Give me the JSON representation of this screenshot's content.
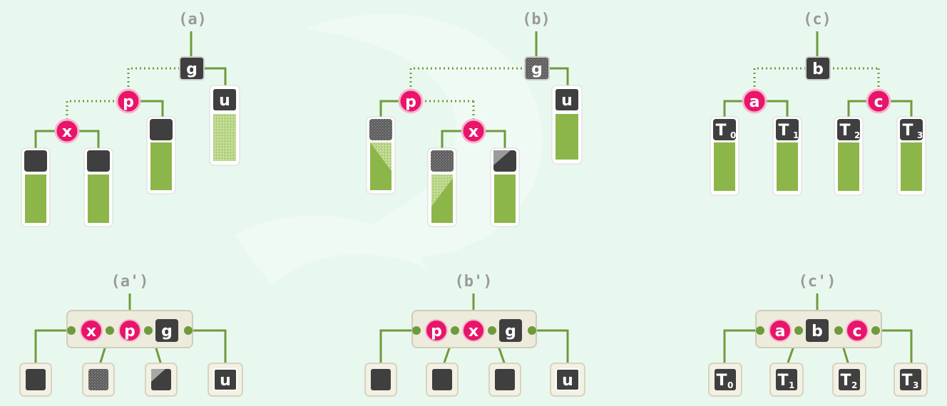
{
  "colors": {
    "background": "#e9f8ef",
    "edge": "#6f9a3c",
    "black_node": "#3f3f3f",
    "red_node": "#e8156a",
    "subtree_fill": "#8cb64a",
    "supernode_fill": "#ecebdc"
  },
  "panels": [
    {
      "id": "a",
      "caption": "(a)"
    },
    {
      "id": "b",
      "caption": "(b)"
    },
    {
      "id": "c",
      "caption": "(c)"
    },
    {
      "id": "a2",
      "caption": "(a')"
    },
    {
      "id": "b2",
      "caption": "(b')"
    },
    {
      "id": "c2",
      "caption": "(c')"
    }
  ],
  "labels": {
    "g": "g",
    "p": "p",
    "u": "u",
    "x": "x",
    "a": "a",
    "b": "b",
    "c": "c",
    "t0": "T",
    "t0_sub": "0",
    "t1": "T",
    "t1_sub": "1",
    "t2": "T",
    "t2_sub": "2",
    "t3": "T",
    "t3_sub": "3"
  }
}
